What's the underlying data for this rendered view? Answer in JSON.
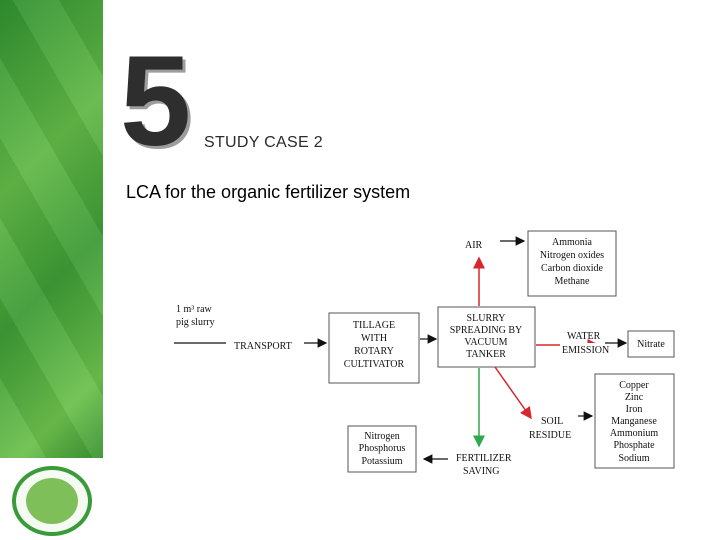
{
  "slide": {
    "number": "5",
    "title": "STUDY CASE 2",
    "subtitle": "LCA for the organic fertilizer system"
  },
  "diagram": {
    "input_line1": "1 m³ raw",
    "input_line2": "pig slurry",
    "transport": "TRANSPORT",
    "tillage": [
      "TILLAGE",
      "WITH",
      "ROTARY",
      "CULTIVATOR"
    ],
    "slurry": [
      "SLURRY",
      "SPREADING BY",
      "VACUUM",
      "TANKER"
    ],
    "air": "AIR",
    "air_emissions": [
      "Ammonia",
      "Nitrogen oxides",
      "Carbon dioxide",
      "Methane"
    ],
    "water": [
      "WATER",
      "EMISSION"
    ],
    "nitrate": "Nitrate",
    "soil": [
      "SOIL",
      "RESIDUE"
    ],
    "soil_residues": [
      "Copper",
      "Zinc",
      "Iron",
      "Manganese",
      "Ammonium",
      "Phosphate",
      "Sodium"
    ],
    "fertilizer": [
      "FERTILIZER",
      "SAVING"
    ],
    "nutrients": [
      "Nitrogen",
      "Phosphorus",
      "Potassium"
    ]
  },
  "colors": {
    "green": "#2fa84f",
    "red": "#d9262c",
    "accent": "#3d9a35"
  }
}
